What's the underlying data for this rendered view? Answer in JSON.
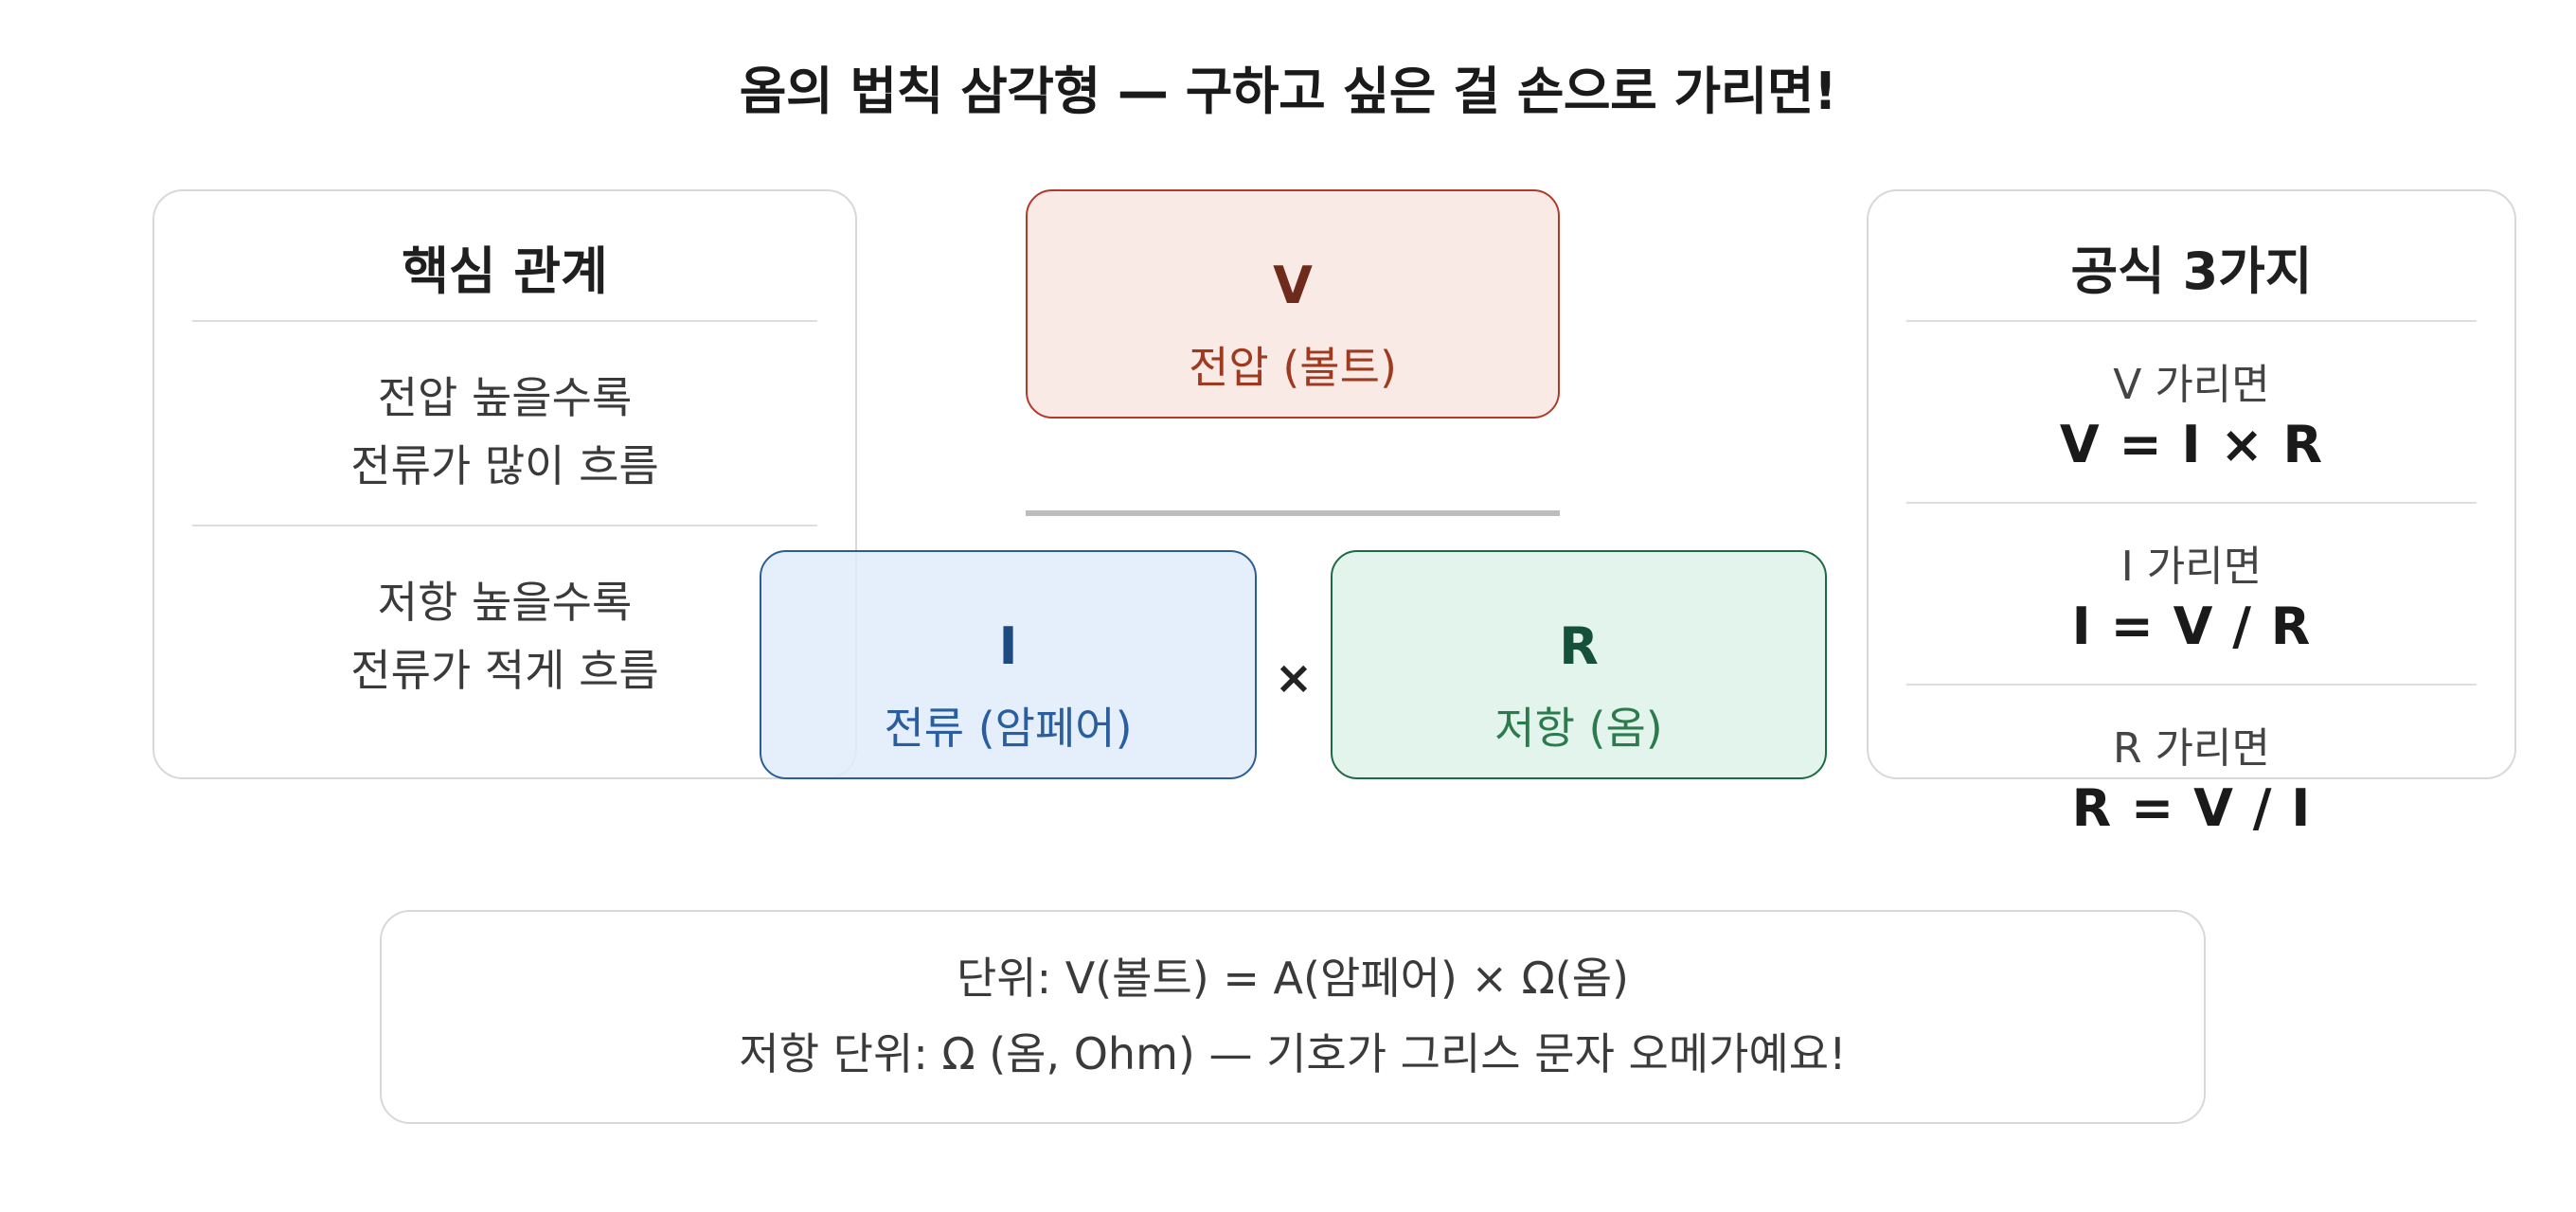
{
  "title": "옴의 법칙 삼각형 — 구하고 싶은 걸 손으로 가리면!",
  "left_panel": {
    "heading": "핵심 관계",
    "items": [
      {
        "line1": "전압 높을수록",
        "line2": "전류가 많이 흐름"
      },
      {
        "line1": "저항 높을수록",
        "line2": "전류가 적게 흐름"
      }
    ]
  },
  "triangle": {
    "top": {
      "symbol": "V",
      "label": "전압 (볼트)"
    },
    "bottom_left": {
      "symbol": "I",
      "label": "전류 (암페어)"
    },
    "bottom_right": {
      "symbol": "R",
      "label": "저항 (옴)"
    },
    "operator": "×"
  },
  "right_panel": {
    "heading": "공식 3가지",
    "formulas": [
      {
        "label": "V 가리면",
        "formula": "V = I × R"
      },
      {
        "label": "I 가리면",
        "formula": "I = V / R"
      },
      {
        "label": "R 가리면",
        "formula": "R = V / I"
      }
    ]
  },
  "units_box": {
    "line1": "단위: V(볼트) = A(암페어) × Ω(옴)",
    "line2": "저항 단위: Ω (옴, Ohm) — 기호가 그리스 문자 오메가예요!"
  },
  "colors": {
    "voltage": "#b23a2a",
    "current": "#2c5e96",
    "resistance": "#1e6a44"
  }
}
